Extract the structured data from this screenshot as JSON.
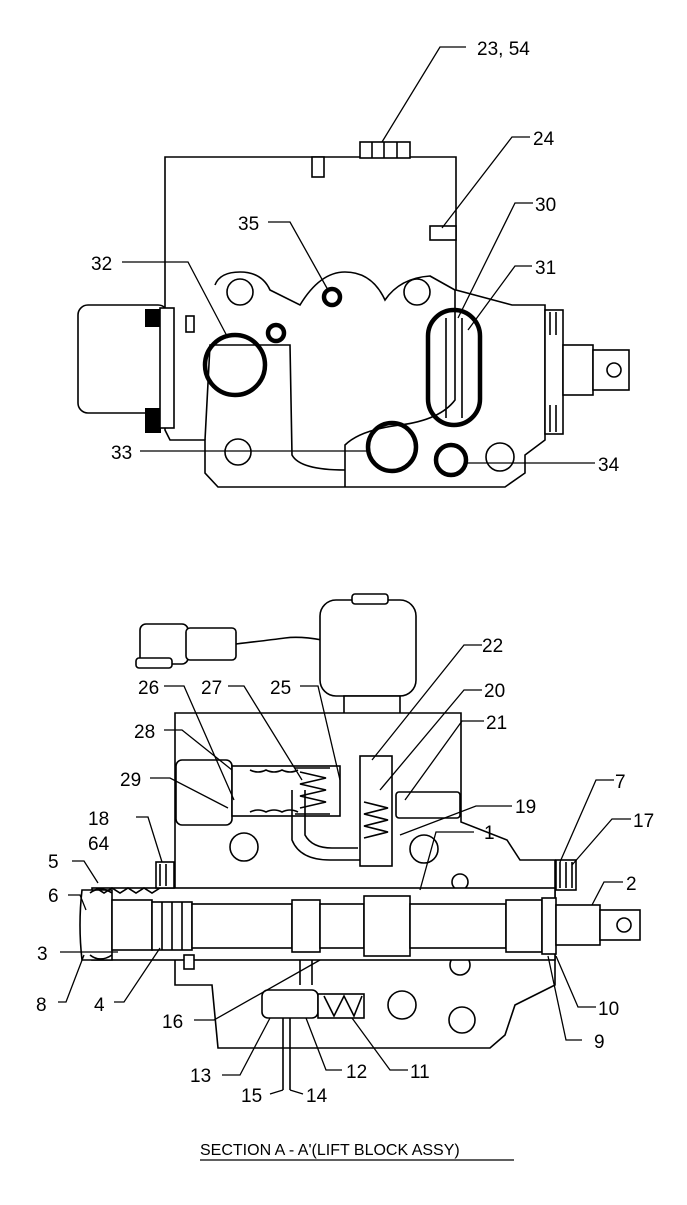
{
  "top_view_labels": {
    "l23_54": "23, 54",
    "l24": "24",
    "l30": "30",
    "l35": "35",
    "l31": "31",
    "l32": "32",
    "l33": "33",
    "l34": "34"
  },
  "section_labels": {
    "l22": "22",
    "l26": "26",
    "l27": "27",
    "l25": "25",
    "l20": "20",
    "l21": "21",
    "l28": "28",
    "l29": "29",
    "l7": "7",
    "l19": "19",
    "l18": "18",
    "l64": "64",
    "l1": "1",
    "l17": "17",
    "l5": "5",
    "l6": "6",
    "l2": "2",
    "l3": "3",
    "l8": "8",
    "l4": "4",
    "l16": "16",
    "l10": "10",
    "l9": "9",
    "l13": "13",
    "l12": "12",
    "l11": "11",
    "l15": "15",
    "l14": "14"
  },
  "caption": "SECTION A - A'(LIFT BLOCK ASSY)"
}
